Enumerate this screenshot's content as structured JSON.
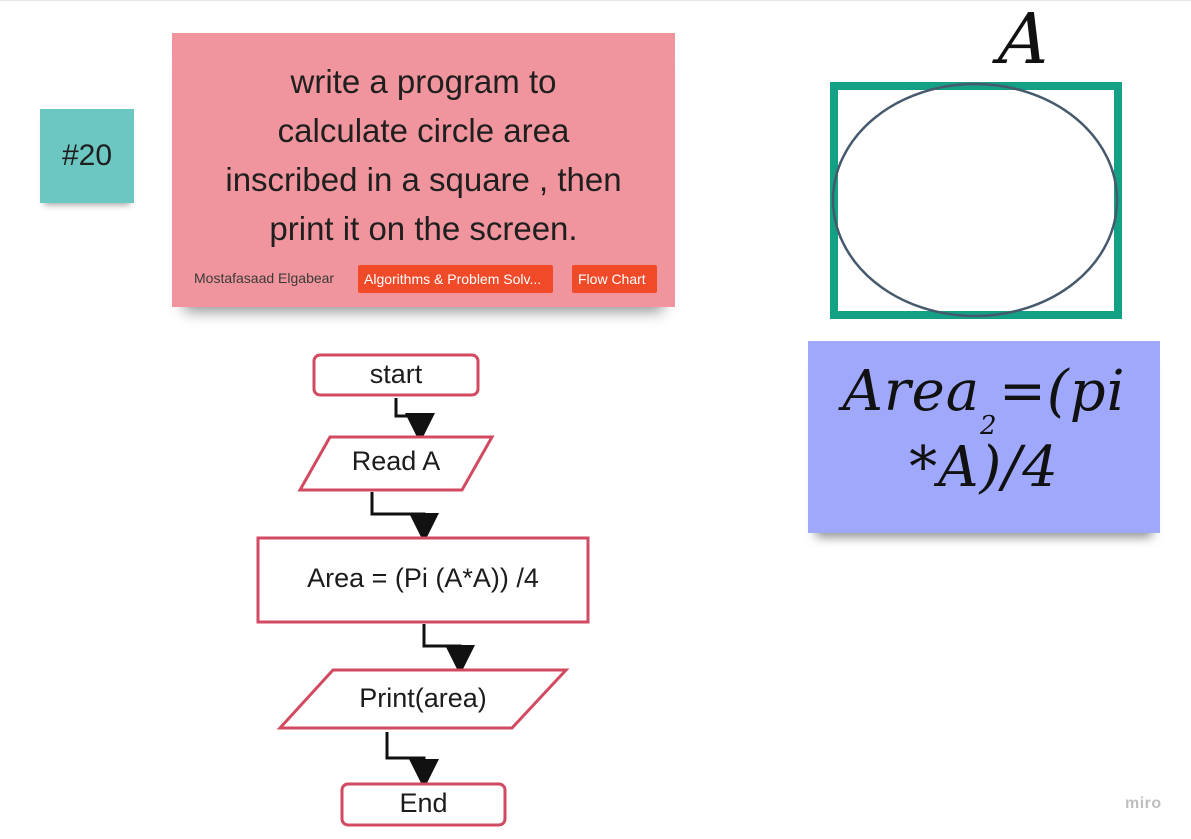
{
  "sticky_number": "#20",
  "task_card": {
    "text_lines": [
      "write a program to",
      "calculate circle area",
      "inscribed in a square , then",
      "print it on the screen."
    ],
    "author": "Mostafasaad Elgabear",
    "tags": [
      "Algorithms & Problem Solv...",
      "Flow Chart"
    ],
    "color": "#f0959d",
    "tag_color": "#f04a28"
  },
  "drawing": {
    "side_label": "A",
    "square_color": "#14a085",
    "circle_color": "#465a6e"
  },
  "formula_note": {
    "line1": "Area =(pi",
    "line2": "*A)/4",
    "superscript": "2",
    "color": "#a0a8fb"
  },
  "flowchart": {
    "start": "start",
    "input": "Read A",
    "process": "Area =  (Pi (A*A)) /4",
    "output": "Print(area)",
    "end": "End",
    "node_border_color": "#d24a60"
  },
  "brand": "miro"
}
